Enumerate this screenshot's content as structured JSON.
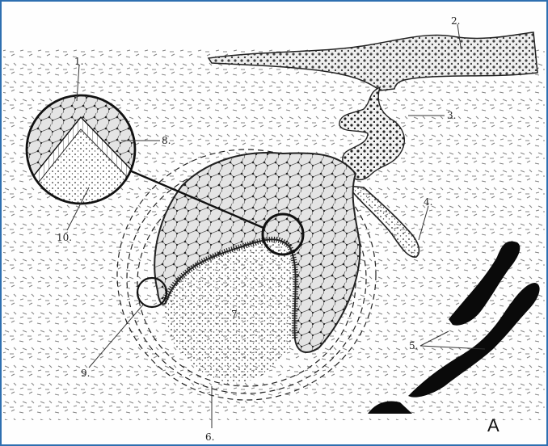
{
  "panel_letter": "A",
  "labels": [
    {
      "id": "1",
      "text": "1."
    },
    {
      "id": "2",
      "text": "2."
    },
    {
      "id": "3",
      "text": "3."
    },
    {
      "id": "4",
      "text": "4."
    },
    {
      "id": "5",
      "text": "5."
    },
    {
      "id": "6",
      "text": "6."
    },
    {
      "id": "7",
      "text": "7."
    },
    {
      "id": "8",
      "text": "8."
    },
    {
      "id": "9",
      "text": "9."
    },
    {
      "id": "10",
      "text": "10."
    }
  ]
}
